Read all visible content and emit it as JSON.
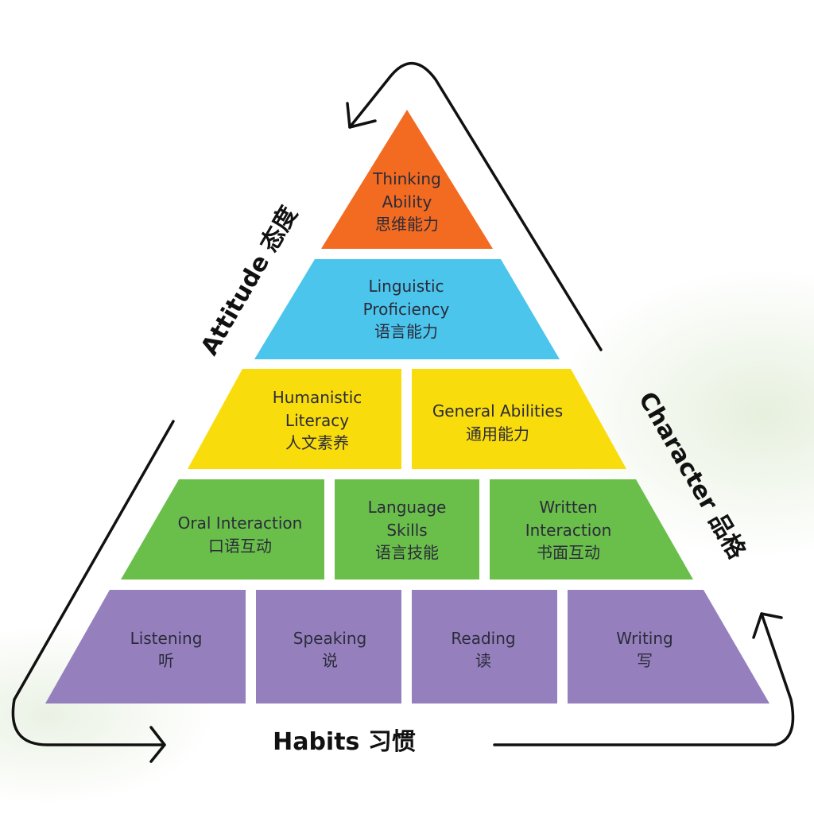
{
  "colors": {
    "tier1": "#f26b21",
    "tier2": "#4cc5ec",
    "tier3": "#f9dc0c",
    "tier4": "#6abf4b",
    "tier5": "#9580bd"
  },
  "cycle": {
    "attitude": "Attitude 态度",
    "character": "Character 品格",
    "habits": "Habits 习惯"
  },
  "tiers": {
    "thinking": {
      "en1": "Thinking",
      "en2": "Ability",
      "zh": "思维能力"
    },
    "linguistic": {
      "en1": "Linguistic",
      "en2": "Proficiency",
      "zh": "语言能力"
    },
    "humanistic": {
      "en1": "Humanistic",
      "en2": "Literacy",
      "zh": "人文素养"
    },
    "general": {
      "en1": "General Abilities",
      "zh": "通用能力"
    },
    "oral": {
      "en1": "Oral Interaction",
      "zh": "口语互动"
    },
    "language": {
      "en1": "Language",
      "en2": "Skills",
      "zh": "语言技能"
    },
    "written": {
      "en1": "Written",
      "en2": "Interaction",
      "zh": "书面互动"
    },
    "listening": {
      "en1": "Listening",
      "zh": "听"
    },
    "speaking": {
      "en1": "Speaking",
      "zh": "说"
    },
    "reading": {
      "en1": "Reading",
      "zh": "读"
    },
    "writing": {
      "en1": "Writing",
      "zh": "写"
    }
  }
}
